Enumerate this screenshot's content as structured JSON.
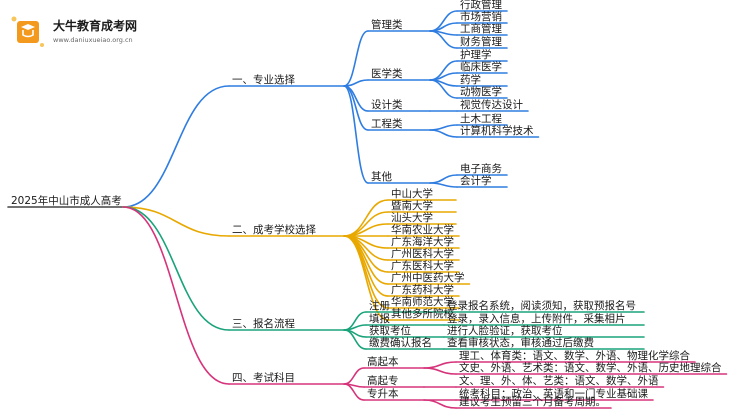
{
  "logo": {
    "title": "大牛教育成考网",
    "url": "www.daniuxueiao.org.cn"
  },
  "root": "2025年中山市成人高考",
  "colors": {
    "major": "#2f7de1",
    "school": "#e8a800",
    "process": "#1aa37a",
    "subjects": "#d6337a"
  },
  "branches": [
    {
      "label": "一、专业选择",
      "children": [
        {
          "label": "管理类",
          "items": [
            "行政管理",
            "市场营销",
            "工商管理",
            "财务管理"
          ]
        },
        {
          "label": "医学类",
          "items": [
            "护理学",
            "临床医学",
            "药学",
            "动物医学"
          ]
        },
        {
          "label": "设计类",
          "items": [
            "视觉传达设计"
          ]
        },
        {
          "label": "工程类",
          "items": [
            "土木工程",
            "计算机科学技术"
          ]
        },
        {
          "label": "其他",
          "items": [
            "电子商务",
            "会计学"
          ]
        }
      ]
    },
    {
      "label": "二、成考学校选择",
      "items": [
        "中山大学",
        "暨南大学",
        "汕头大学",
        "华南农业大学",
        "广东海洋大学",
        "广州医科大学",
        "广东医科大学",
        "广州中医药大学",
        "广东药科大学",
        "华南师范大学",
        "其他多所院校"
      ]
    },
    {
      "label": "三、报名流程",
      "children": [
        {
          "label": "注册",
          "detail": "登录报名系统，阅读须知，获取预报名号"
        },
        {
          "label": "填报",
          "detail": "登录，录入信息，上传附件，采集相片"
        },
        {
          "label": "获取考位",
          "detail": "进行人脸验证，获取考位"
        },
        {
          "label": "缴费确认报名",
          "detail": "查看审核状态，审核通过后缴费"
        }
      ]
    },
    {
      "label": "四、考试科目",
      "children": [
        {
          "label": "高起本",
          "items": [
            "理工、体育类：语文、数学、外语、物理化学综合",
            "文史、外语、艺术类：语文、数学、外语、历史地理综合"
          ]
        },
        {
          "label": "高起专",
          "items": [
            "文、理、外、体、艺类：语文、数学、外语"
          ]
        },
        {
          "label": "专升本",
          "items": [
            "统考科目：政治、英语和一门专业基础课",
            "建议考生预留三个月备考周期。"
          ]
        }
      ]
    }
  ]
}
